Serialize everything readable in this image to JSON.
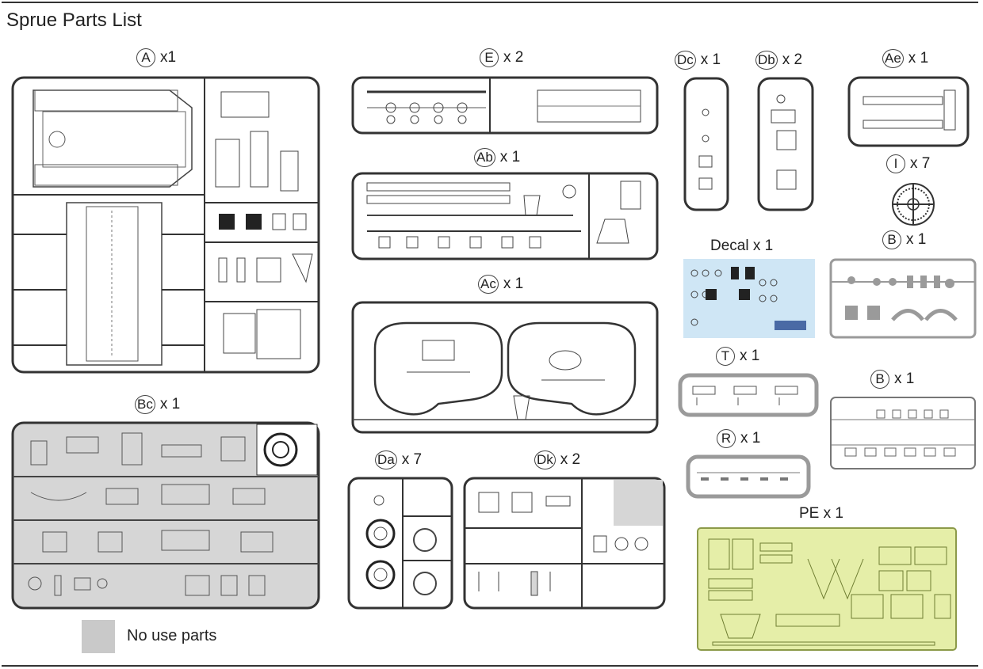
{
  "title": "Sprue Parts List",
  "sprues": [
    {
      "letter": "A",
      "qty": "x1"
    },
    {
      "letter": "E",
      "qty": "x 2"
    },
    {
      "letter": "Ab",
      "qty": "x 1"
    },
    {
      "letter": "Ac",
      "qty": "x 1"
    },
    {
      "letter": "Dc",
      "qty": "x 1"
    },
    {
      "letter": "Db",
      "qty": "x 2"
    },
    {
      "letter": "Ae",
      "qty": "x 1"
    },
    {
      "letter": "I",
      "qty": "x 7"
    },
    {
      "letter": "B",
      "qty": "x 1"
    },
    {
      "letter": "T",
      "qty": "x 1"
    },
    {
      "letter": "B",
      "qty": "x 1"
    },
    {
      "letter": "R",
      "qty": "x 1"
    },
    {
      "letter": "Bc",
      "qty": "x 1"
    },
    {
      "letter": "Da",
      "qty": "x 7"
    },
    {
      "letter": "Dk",
      "qty": "x 2"
    }
  ],
  "decal_label": "Decal x 1",
  "pe_label": "PE x 1",
  "legend": {
    "text": "No use parts",
    "color": "#c9c9c9"
  },
  "colors": {
    "line": "#333333",
    "no_use": "#c9c9c9",
    "gray_sprue": "#9a9a9a",
    "decal_bg": "#cfe6f5",
    "pe_bg": "#e5eea8"
  },
  "icons": [
    "sprue-frame",
    "wheel-icon",
    "decal-sheet",
    "photo-etch-sheet"
  ]
}
